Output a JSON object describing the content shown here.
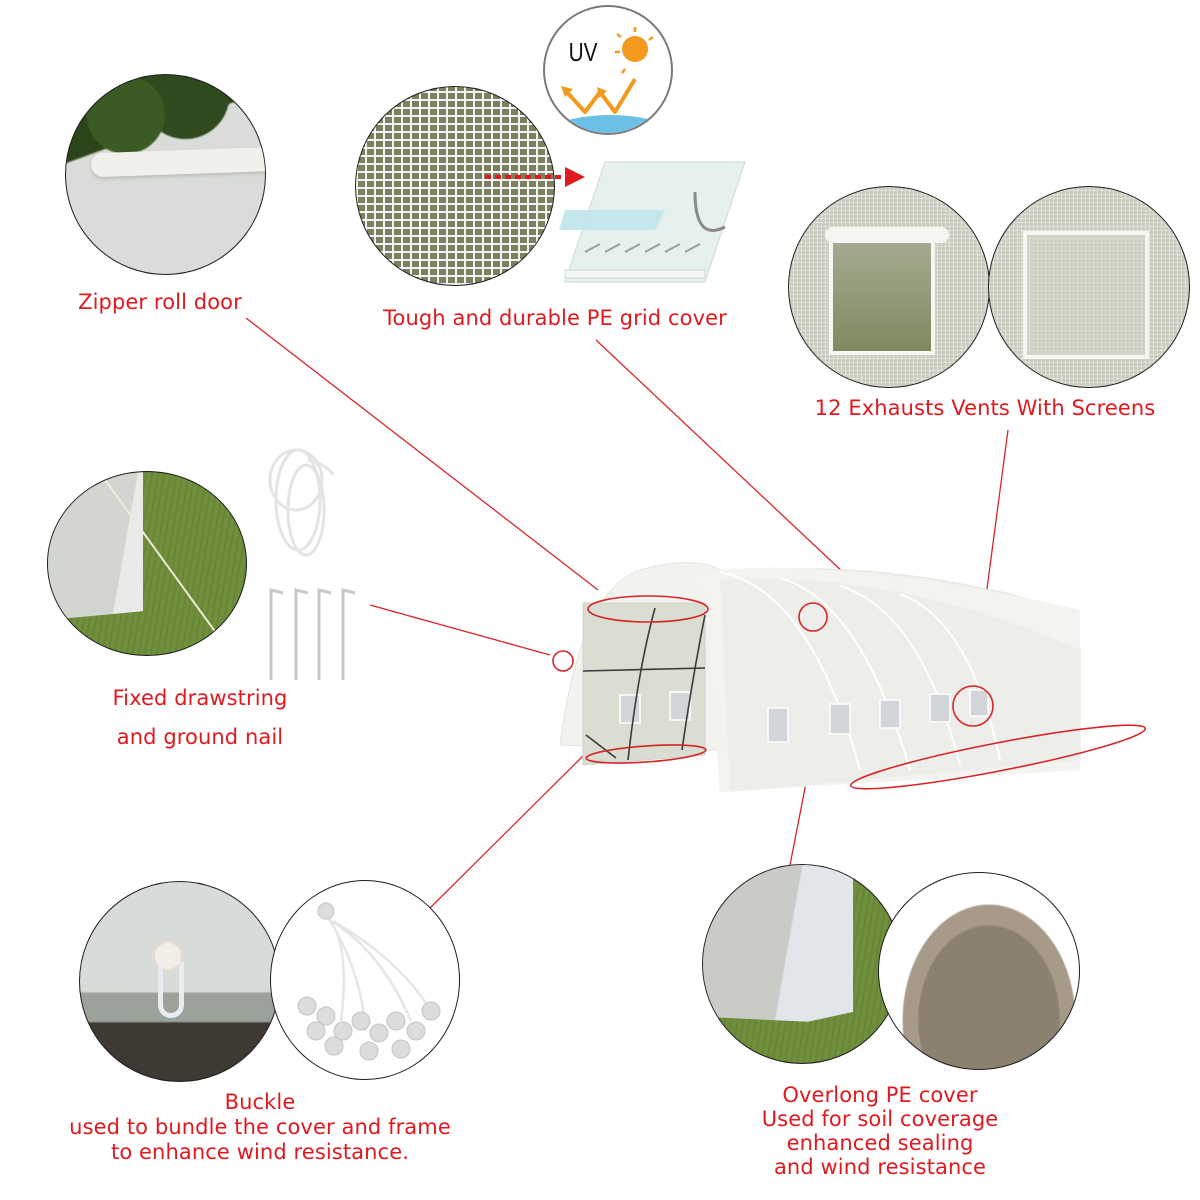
{
  "colors": {
    "label_red": "#e0191e",
    "leader_red": "#d7262a",
    "background": "#ffffff",
    "circle_border": "#1e1e1e",
    "uv_sun": "#f39a1e",
    "uv_water": "#6cc0e5"
  },
  "uv_badge": {
    "text": "UV",
    "icons": [
      "sun-icon",
      "reflected-ray-arrows-icon",
      "water-surface-icon"
    ]
  },
  "features": [
    {
      "id": "zipper-roll-door",
      "label_lines": [
        "Zipper roll door"
      ],
      "images": [
        "rolled-door-closeup"
      ]
    },
    {
      "id": "pe-grid-cover",
      "label_lines": [
        "Tough and durable PE grid cover"
      ],
      "images": [
        "pe-grid-mesh-closeup",
        "layered-material-diagram"
      ]
    },
    {
      "id": "exhaust-vents",
      "label_lines": [
        "12 Exhausts Vents With Screens"
      ],
      "images": [
        "vent-open-closeup",
        "vent-screen-closeup"
      ]
    },
    {
      "id": "drawstring-ground-nail",
      "label_lines": [
        "Fixed drawstring",
        "and ground nail"
      ],
      "images": [
        "drawstring-on-grass-closeup",
        "rope-bundle",
        "ground-nails"
      ]
    },
    {
      "id": "buckle",
      "label_lines": [
        "Buckle",
        "used to bundle the cover and frame",
        "to enhance wind resistance."
      ],
      "images": [
        "buckle-clip-closeup",
        "ball-bungee-bundle"
      ]
    },
    {
      "id": "overlong-pe-cover",
      "label_lines": [
        "Overlong PE cover",
        "Used for soil coverage",
        "enhanced sealing",
        "and wind resistance"
      ],
      "images": [
        "cover-skirt-on-grass",
        "soil-pile"
      ]
    }
  ],
  "product": {
    "name": "walk-in-tunnel-greenhouse",
    "callout_markers": [
      "door-top-ellipse",
      "side-arch-circle",
      "roof-circle",
      "vent-circle",
      "door-bottom-ellipse",
      "skirt-ellipse"
    ]
  }
}
